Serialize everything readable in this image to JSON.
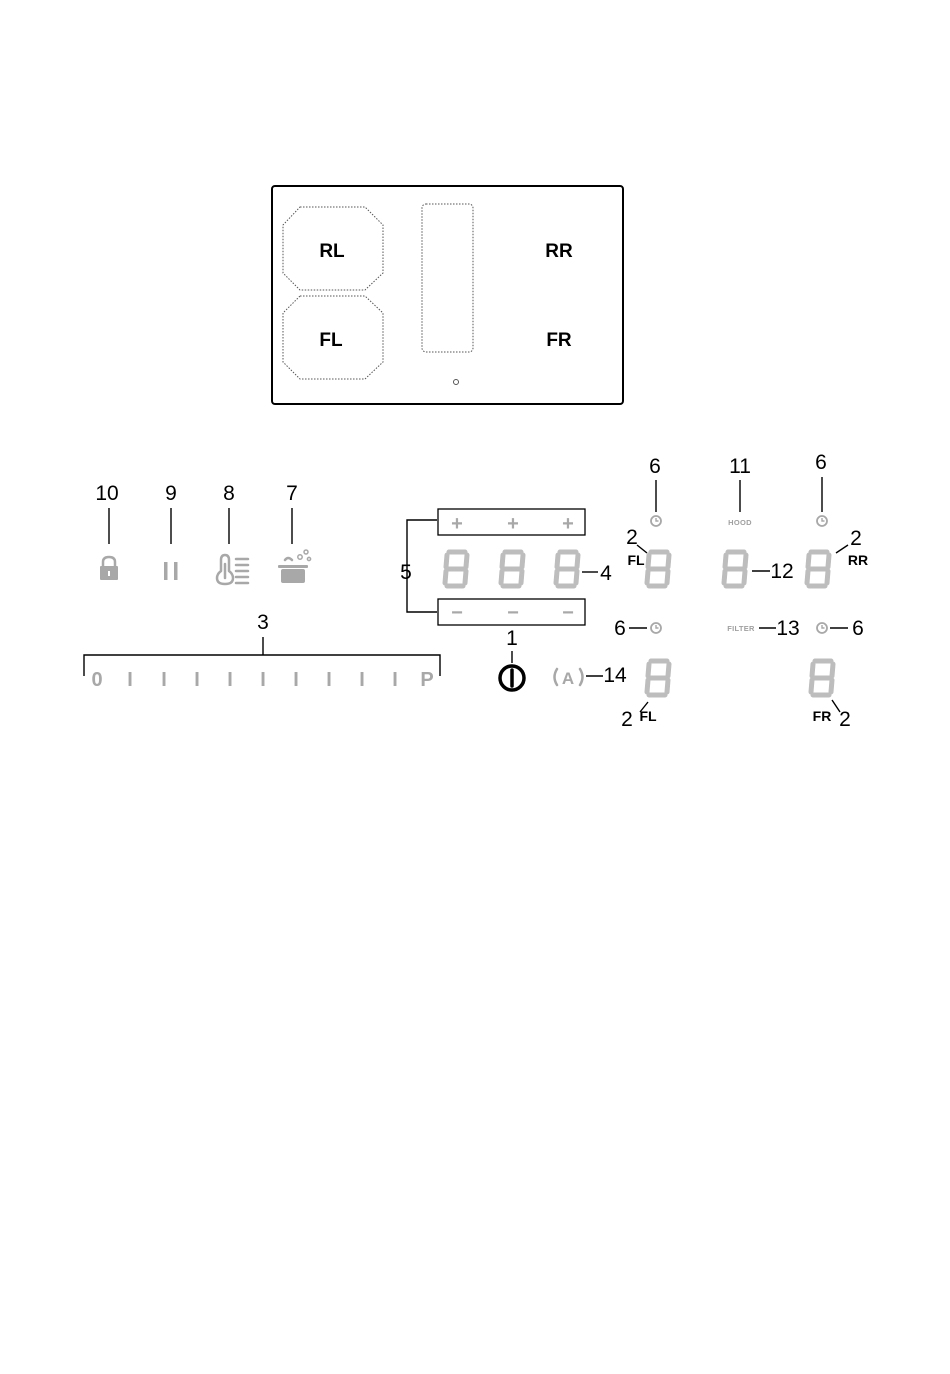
{
  "hob": {
    "zones": [
      "RL",
      "RR",
      "FL",
      "FR"
    ]
  },
  "control_panel": {
    "callouts": {
      "lock": "10",
      "pause": "9",
      "keep_warm": "8",
      "boost": "7",
      "slider": "3",
      "power": "1",
      "plus_minus": "5",
      "timer_display": "4",
      "auto": "14",
      "timer_fl": "6",
      "timer_rr": "6",
      "timer_front_left_side": "6",
      "timer_front_right_side": "6",
      "hood": "11",
      "hood_display": "12",
      "filter": "13",
      "zone_rl_indicator": "2",
      "zone_rr_indicator": "2",
      "zone_fl_indicator": "2",
      "zone_fr_indicator": "2"
    },
    "indicator_zone_labels": {
      "top_left": "FL",
      "top_right": "RR",
      "bottom_left": "FL",
      "bottom_right": "FR"
    },
    "slider_scale": [
      "0",
      "I",
      "I",
      "I",
      "I",
      "I",
      "I",
      "I",
      "I",
      "I",
      "P"
    ],
    "hood_label": "HOOD",
    "filter_label": "FILTER",
    "auto_label": "A",
    "plus_symbol": "+",
    "minus_symbol": "−"
  },
  "colors": {
    "outline": "#000000",
    "inactive_grey": "#a8a8a8",
    "segment_grey": "#bdbdbd"
  }
}
